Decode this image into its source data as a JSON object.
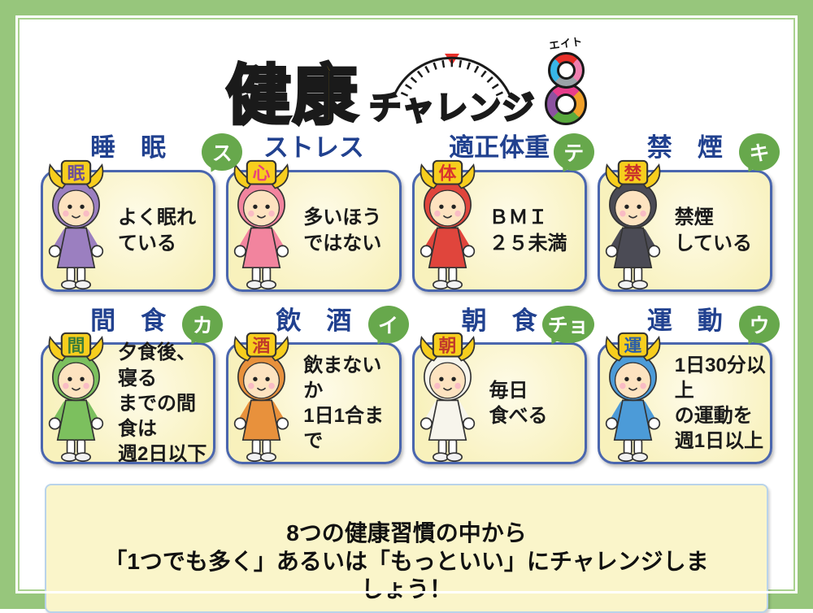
{
  "logo": {
    "main": "健康",
    "sub": "チャレンジ",
    "eight_label": "エイト",
    "eight": "8"
  },
  "colors": {
    "frame_green": "#97C67C",
    "bubble_green": "#67A84C",
    "title_navy": "#21418F",
    "card_border_blue": "#4A66AE",
    "card_bg_cream": "#F8F1BC",
    "footer_border_blue": "#B9D3EA",
    "logo_yellow": "#F7C516",
    "needle_red": "#E8302A",
    "helmet_yellow": "#F7CE1E"
  },
  "cards": [
    {
      "title": "睡　眠",
      "bubble": "ス",
      "helmet_kanji": "眠",
      "color": "#9B7FC0",
      "kanji_color": "#6B4E9B",
      "text": "よく眠れ\nている"
    },
    {
      "title": "ストレス",
      "bubble": "",
      "helmet_kanji": "心",
      "color": "#F2849E",
      "kanji_color": "#E8447A",
      "text": "多いほう\nではない"
    },
    {
      "title": "適正体重",
      "bubble": "テ",
      "helmet_kanji": "体",
      "color": "#E0453C",
      "kanji_color": "#D9342E",
      "text": "ＢＭＩ\n２５未満"
    },
    {
      "title": "禁　煙",
      "bubble": "キ",
      "helmet_kanji": "禁",
      "color": "#4B4B55",
      "kanji_color": "#C9302C",
      "text": "禁煙\nしている"
    },
    {
      "title": "間　食",
      "bubble": "カ",
      "helmet_kanji": "間",
      "color": "#7CC05E",
      "kanji_color": "#3A7D3A",
      "text": "夕食後、寝る\nまでの間食は\n週2日以下"
    },
    {
      "title": "飲　酒",
      "bubble": "イ",
      "helmet_kanji": "酒",
      "color": "#E8913C",
      "kanji_color": "#C0392B",
      "text": "飲まないか\n1日1合まで"
    },
    {
      "title": "朝　食",
      "bubble": "チョ",
      "helmet_kanji": "朝",
      "color": "#F7F5EC",
      "kanji_color": "#C0392B",
      "text": "毎日\n食べる"
    },
    {
      "title": "運　動",
      "bubble": "ウ",
      "helmet_kanji": "運",
      "color": "#4C9BD8",
      "kanji_color": "#2C5FA8",
      "text": "1日30分以上\nの運動を\n週1日以上"
    }
  ],
  "footer": {
    "text": "8つの健康習慣の中から\n「1つでも多く」あるいは「もっといい」にチャレンジしま\nしょう！"
  }
}
